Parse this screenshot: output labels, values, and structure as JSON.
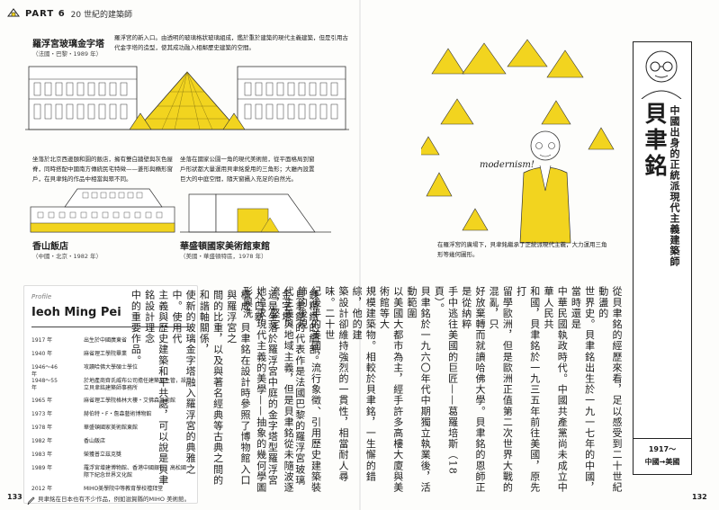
{
  "header": {
    "part": "PART 6",
    "subtitle": "20 世紀的建築師"
  },
  "louvre": {
    "title": "羅浮宮玻璃金字塔",
    "meta": "（法國・巴黎・1989 年）",
    "caption": "羅浮宮的新入口。由透明的玻璃格狀玻璃組成，鑑於重於建築的現代主義建築，但是引用古代金字塔的造型，使其成功融入相鄰歷史建築的空間。"
  },
  "left_note": "坐落於北京西邊頤和園的飯店，擁有雙白牆壁與灰色屋脊，同時搭配中國南方傳統民宅特徵——菱形與橢形窗戶，在貝聿銘的作品中相當與眾不同。",
  "xiangshan": {
    "title": "香山飯店",
    "meta": "（中國・北京・1982 年）"
  },
  "nga": {
    "title": "華盛頓國家美術館東館",
    "meta": "（美國・華盛頓特區，1978 年）",
    "caption": "坐落在國家公園一角的現代美術館，從平面格局到窗戶形狀都大量運用貝聿銘愛用的三角形；大廳內設置巨大的中庭空間，隨天窗攝入充足的自然光。"
  },
  "sketch": {
    "modernism": "modernism!",
    "caption": "在羅浮宮的廣場下，貝聿銘繼承了正統派現代主義，大力運用三角形等幾何圖形。"
  },
  "profile": {
    "label": "Profile",
    "name": "Ieoh Ming Pei",
    "rows": [
      {
        "year": "1917 年",
        "event": "出生於中國廣東省"
      },
      {
        "year": "1940 年",
        "event": "麻省理工學院畢業"
      },
      {
        "year": "1946～46 年",
        "event": "攻讀哈佛大學碩士學位"
      },
      {
        "year": "1948～55 年",
        "event": "於地產商齊氏威布公司擔任建築部主管，設立貝聿銘建築師事務所"
      },
      {
        "year": "1965 年",
        "event": "麻省理工學院格林大樓・艾佛森美術館"
      },
      {
        "year": "1973 年",
        "event": "赫伯特・F・詹森藝術博物館"
      },
      {
        "year": "1978 年",
        "event": "華盛頓國家美術館東館"
      },
      {
        "year": "1982 年",
        "event": "香山飯店"
      },
      {
        "year": "1983 年",
        "event": "榮獲普立茲克獎"
      },
      {
        "year": "1989 年",
        "event": "羅浮宮增建博物館、香港中國銀行、高松國際下紀念世界文化館"
      },
      {
        "year": "2012 年",
        "event": "MIHO美學院中等教育學校禮拜堂"
      }
    ]
  },
  "name_panel": {
    "name": "貝聿銘",
    "subtitle": "中國出身的正統派現代主義建築師",
    "years": "1917～",
    "route": "中國→美國"
  },
  "left_column_text": [
    "鍊精緻的細部。",
    "貝聿銘的代表作是法國巴黎的羅浮宮玻璃金字塔。",
    "這是坐落於羅浮宮中庭的金字塔型羅浮宮入口新",
    "構成。貝聿銘在設計時參照了博物館入口與羅浮宮之",
    "間的比重，以及與著名經典等古典之間的和諧軸關係，",
    "使新的玻璃金字塔融入羅浮宮的典雅之中。使用代",
    "主義與歷史建築和平共處，可以說是貝聿銘設計理念",
    "中的重要作品。"
  ],
  "right_column_text": [
    "從貝聿銘的經歷來看，足以感受到二十世紀動盪的",
    "世界史。貝聿銘出生於一九一七年的中國，當時還是",
    "中華民國執政時代。中國共產黨尚未成立中華人民共",
    "和國，貝聿銘於一九三五年前往美國，原先打",
    "留學歐洲，但是歐洲正值第二次世界大戰的混亂，只",
    "好放棄轉而就讀哈佛大學。貝聿銘的恩師正是從納粹",
    "手中逃往美國的巨匠——葛羅培斯（18頁）。",
    "貝聿銘於一九六〇年代中期獨立執業後，活動範圍",
    "以美國大都市為主，經手許多高樓大廈與美術館等大",
    "規模建築物。相較於貝聿銘，一生懈的錯綜，他的建",
    "築設計卻維持強烈的一貫性，相當耐人尋味。二十世",
    "紀後半的美國，流行象徵、引用歷史建築裝飾的後現",
    "代主義與地域主義，但是貝聿銘從未隨波逐流，堅定",
    "地追求現代主義的美學——抽象的幾何學圖形與洗"
  ],
  "footer": {
    "left_page": "133",
    "footnote": "貝聿銘在日本也有不少作品，例如滋賀縣的MIHO 美術館。",
    "right_page": "132"
  },
  "colors": {
    "accent": "#f2d41f",
    "ink": "#1d1d1d"
  }
}
